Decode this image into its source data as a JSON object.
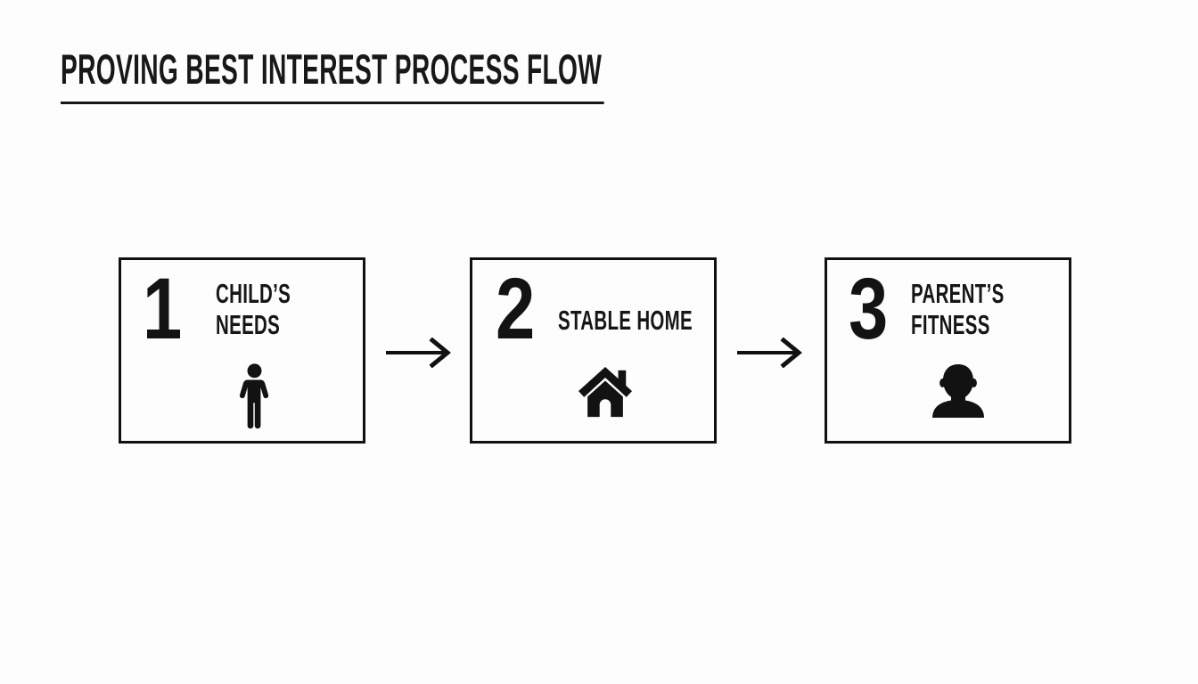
{
  "title": "PROVING BEST INTEREST PROCESS FLOW",
  "steps": [
    {
      "number": "1",
      "label": "CHILD’S NEEDS",
      "icon": "child-icon"
    },
    {
      "number": "2",
      "label": "STABLE HOME",
      "icon": "home-icon"
    },
    {
      "number": "3",
      "label": "PARENT’S FITNESS",
      "icon": "person-bust-icon"
    }
  ],
  "flow": {
    "connector_icon": "arrow-right-icon",
    "direction": "left-to-right"
  },
  "colors": {
    "ink": "#141414",
    "background": "#fdfdfd",
    "box_border": "#111111"
  }
}
